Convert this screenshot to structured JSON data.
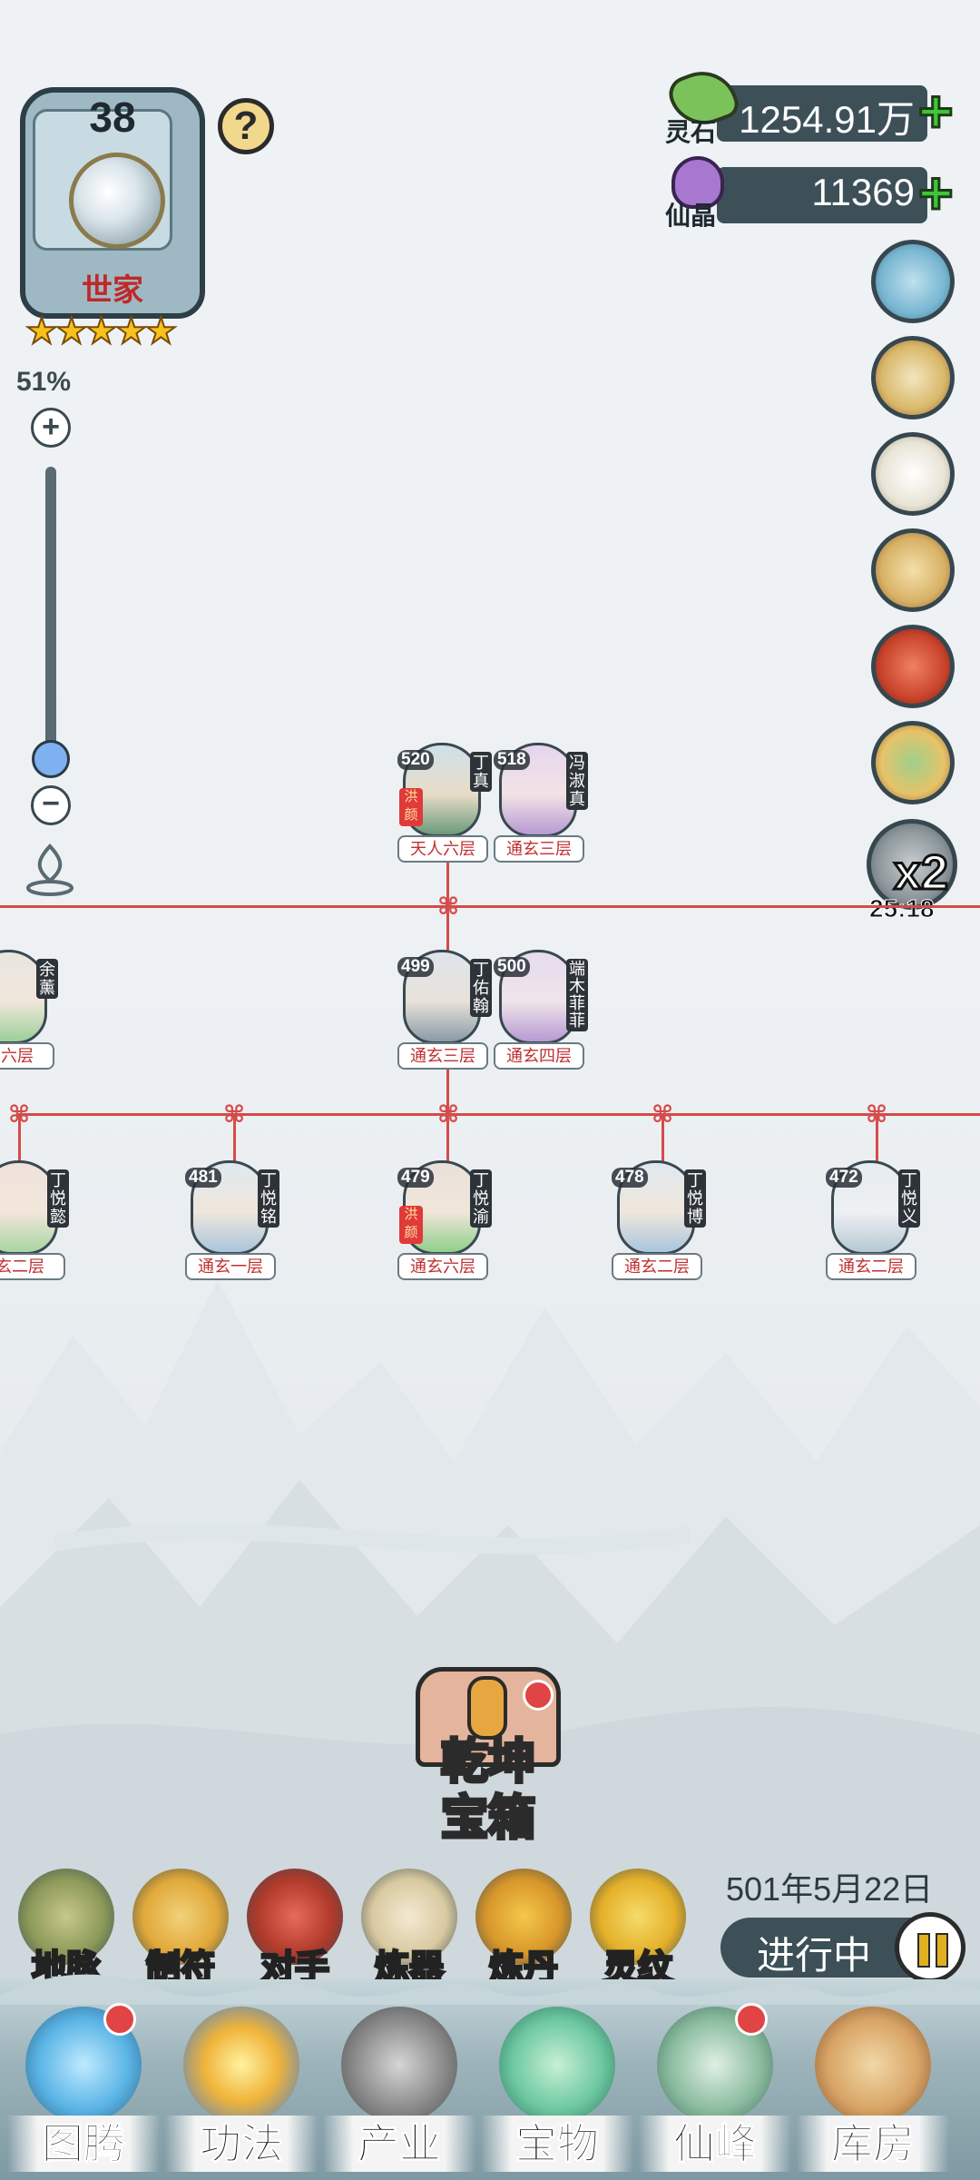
{
  "crest": {
    "level": "38",
    "name": "世家",
    "stars": "★★★★★"
  },
  "zoom": {
    "percent": "51%",
    "level": 0.51
  },
  "currency": [
    {
      "label": "灵石",
      "value": "1254.91万"
    },
    {
      "label": "仙晶",
      "value": "11369"
    }
  ],
  "speed": {
    "multiplier": "x2",
    "timer": "25:18"
  },
  "tree": {
    "gen1": [
      {
        "age": "520",
        "name": "丁真",
        "rank": "天人六层",
        "tag": "洪颜"
      },
      {
        "age": "518",
        "name": "冯淑真",
        "rank": "通玄三层",
        "tag": ""
      }
    ],
    "gen2": [
      {
        "age": "",
        "name": "余薰",
        "rank": "玄六层",
        "tag": ""
      },
      {
        "age": "499",
        "name": "丁佑翰",
        "rank": "通玄三层",
        "tag": ""
      },
      {
        "age": "500",
        "name": "端木菲菲",
        "rank": "通玄四层",
        "tag": ""
      }
    ],
    "gen3": [
      {
        "age": "",
        "name": "丁悦懿",
        "rank": "玄二层",
        "tag": ""
      },
      {
        "age": "481",
        "name": "丁悦铭",
        "rank": "通玄一层",
        "tag": ""
      },
      {
        "age": "479",
        "name": "丁悦渝",
        "rank": "通玄六层",
        "tag": "洪颜"
      },
      {
        "age": "478",
        "name": "丁悦博",
        "rank": "通玄二层",
        "tag": ""
      },
      {
        "age": "472",
        "name": "丁悦义",
        "rank": "通玄二层",
        "tag": ""
      }
    ]
  },
  "chest": {
    "line1": "乾坤",
    "line2": "宝箱"
  },
  "date": "501年5月22日",
  "status": "进行中",
  "features": [
    "地脉",
    "制符",
    "对手",
    "炼器",
    "炼丹",
    "灵纹"
  ],
  "nav": [
    "图腾",
    "功法",
    "产业",
    "宝物",
    "仙峰",
    "库房"
  ],
  "colors": {
    "accent": "#3fc43a",
    "line": "#d64b4b",
    "panel": "#3d5058"
  }
}
